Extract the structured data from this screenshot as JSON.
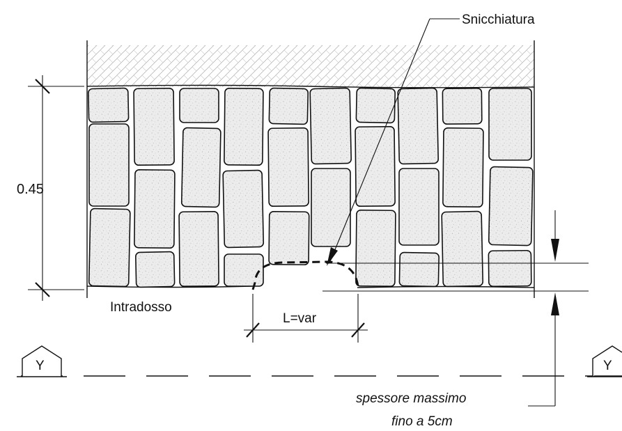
{
  "labels": {
    "snicchiatura": "Snicchiatura",
    "height_dimension": "0.45",
    "intradosso": "Intradosso",
    "length": "L=var",
    "section_marker_left": "Y",
    "section_marker_right": "Y",
    "note_line1": "spessore massimo",
    "note_line2": "fino a 5cm"
  },
  "colors": {
    "line": "#111111",
    "stone_fill": "#ececec",
    "stone_speckle": "#8a8a8a",
    "soil_hatch": "#b9b9b9",
    "background": "#ffffff"
  }
}
